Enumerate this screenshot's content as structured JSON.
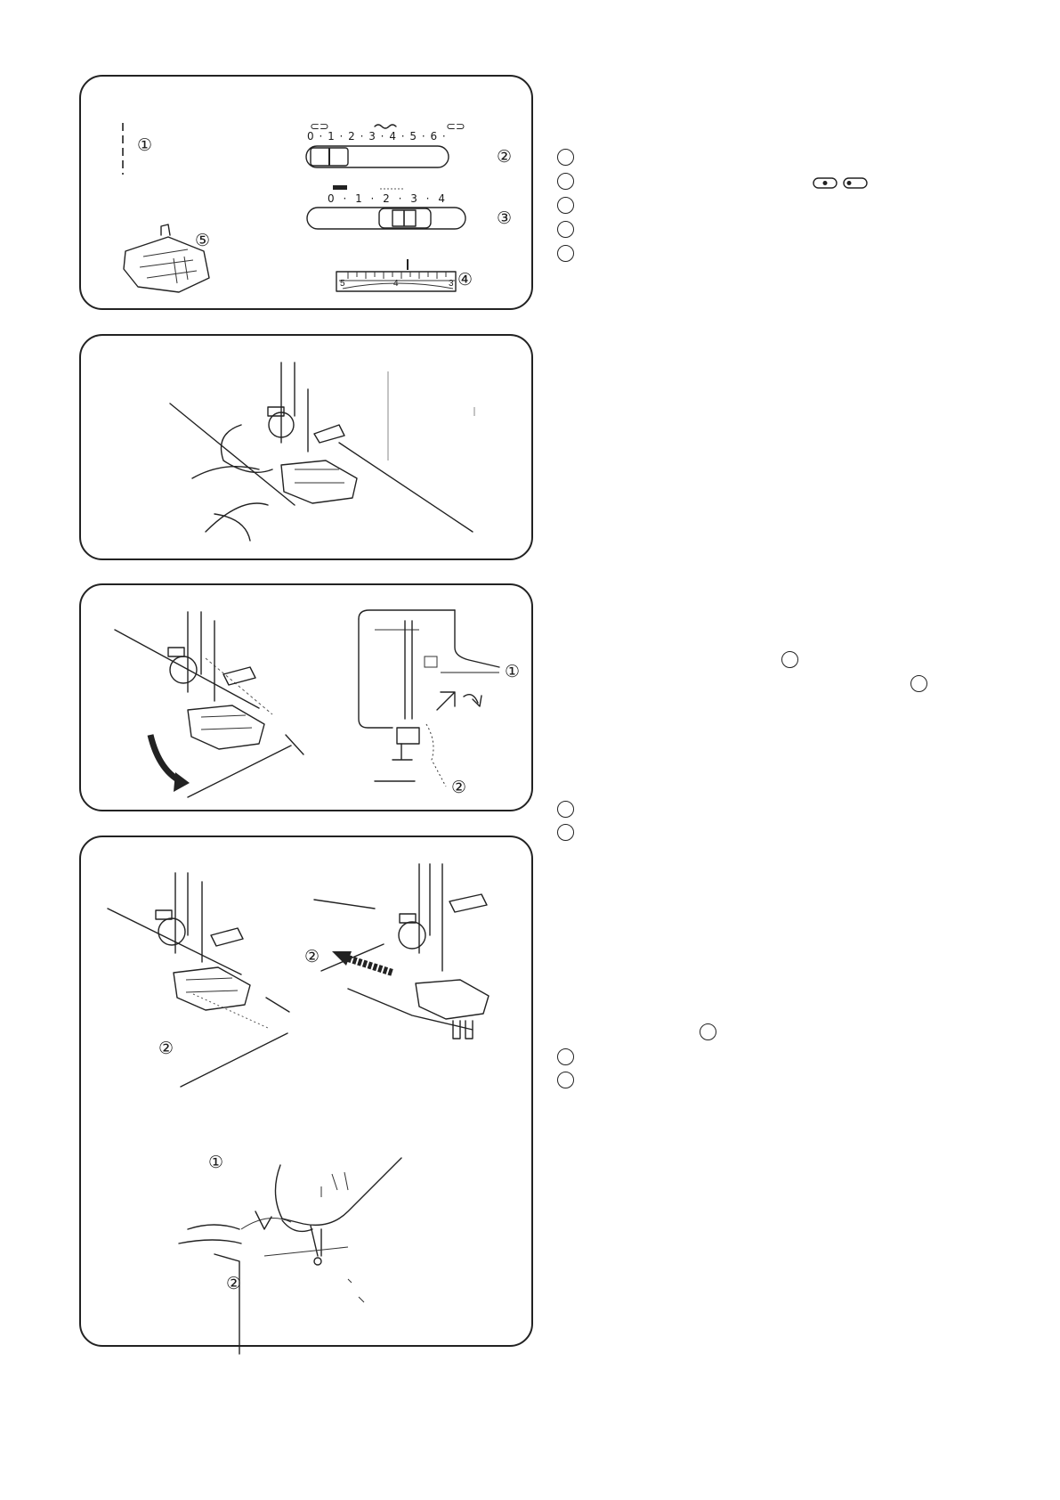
{
  "panel1": {
    "labels": [
      "①",
      "②",
      "③",
      "④",
      "⑤"
    ],
    "stitch_width_scale": "0 · 1 · 2 · 3 · 4 · 5 · 6 ·",
    "stitch_length_scale": "0 · 1 · 2 · 3 · 4",
    "tension_dial_numbers": [
      "5",
      "4",
      "3"
    ]
  },
  "panel3": {
    "labels": [
      "①",
      "②"
    ]
  },
  "panel4": {
    "labels_top": [
      "②",
      "②"
    ],
    "labels_bottom": [
      "①",
      "②"
    ]
  },
  "icons": {
    "needle_position": [
      "needle-center-icon",
      "needle-left-icon"
    ]
  },
  "colors": {
    "ink": "#222222",
    "paper": "#ffffff"
  }
}
